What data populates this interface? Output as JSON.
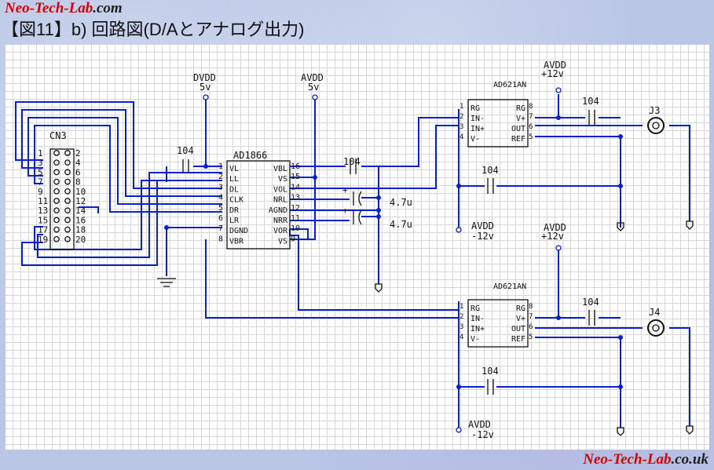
{
  "header": {
    "site_name": "Neo-Tech-Lab",
    "site_tld": ".com",
    "figure_title": "【図11】b) 回路図(D/Aとアナログ出力)"
  },
  "footer": {
    "site_name": "Neo-Tech-Lab",
    "site_tld": ".co.uk"
  },
  "schematic": {
    "connector": {
      "ref": "CN3",
      "left_pins": [
        "1",
        "3",
        "5",
        "7",
        "9",
        "11",
        "13",
        "15",
        "17",
        "19"
      ],
      "right_pins": [
        "2",
        "4",
        "6",
        "8",
        "10",
        "12",
        "14",
        "16",
        "18",
        "20"
      ]
    },
    "dac": {
      "name": "AD1866",
      "left_pins": [
        {
          "num": "1",
          "name": "VL"
        },
        {
          "num": "2",
          "name": "LL"
        },
        {
          "num": "3",
          "name": "DL"
        },
        {
          "num": "4",
          "name": "CLK"
        },
        {
          "num": "5",
          "name": "DR"
        },
        {
          "num": "6",
          "name": "LR"
        },
        {
          "num": "7",
          "name": "DGND"
        },
        {
          "num": "8",
          "name": "VBR"
        }
      ],
      "right_pins": [
        {
          "num": "16",
          "name": "VBL"
        },
        {
          "num": "15",
          "name": "VS"
        },
        {
          "num": "14",
          "name": "VOL"
        },
        {
          "num": "13",
          "name": "NRL"
        },
        {
          "num": "12",
          "name": "AGND"
        },
        {
          "num": "11",
          "name": "NRR"
        },
        {
          "num": "10",
          "name": "VOR"
        },
        {
          "num": "9",
          "name": "VS"
        }
      ]
    },
    "amp": {
      "name": "AD621AN",
      "left_pins": [
        {
          "num": "1",
          "name": "RG"
        },
        {
          "num": "2",
          "name": "IN-"
        },
        {
          "num": "3",
          "name": "IN+"
        },
        {
          "num": "4",
          "name": "V-"
        }
      ],
      "right_pins": [
        {
          "num": "8",
          "name": "RG"
        },
        {
          "num": "7",
          "name": "V+"
        },
        {
          "num": "6",
          "name": "OUT"
        },
        {
          "num": "5",
          "name": "REF"
        }
      ]
    },
    "power": {
      "dvdd": "DVDD",
      "dvdd_v": "5v",
      "avdd": "AVDD",
      "avdd_5v": "5v",
      "avdd_p12": "+12v",
      "avdd_m12": "-12v"
    },
    "cap_104": "104",
    "cap_47u": "4.7u",
    "cap_plus": "+",
    "jack_j3": "J3",
    "jack_j4": "J4"
  }
}
